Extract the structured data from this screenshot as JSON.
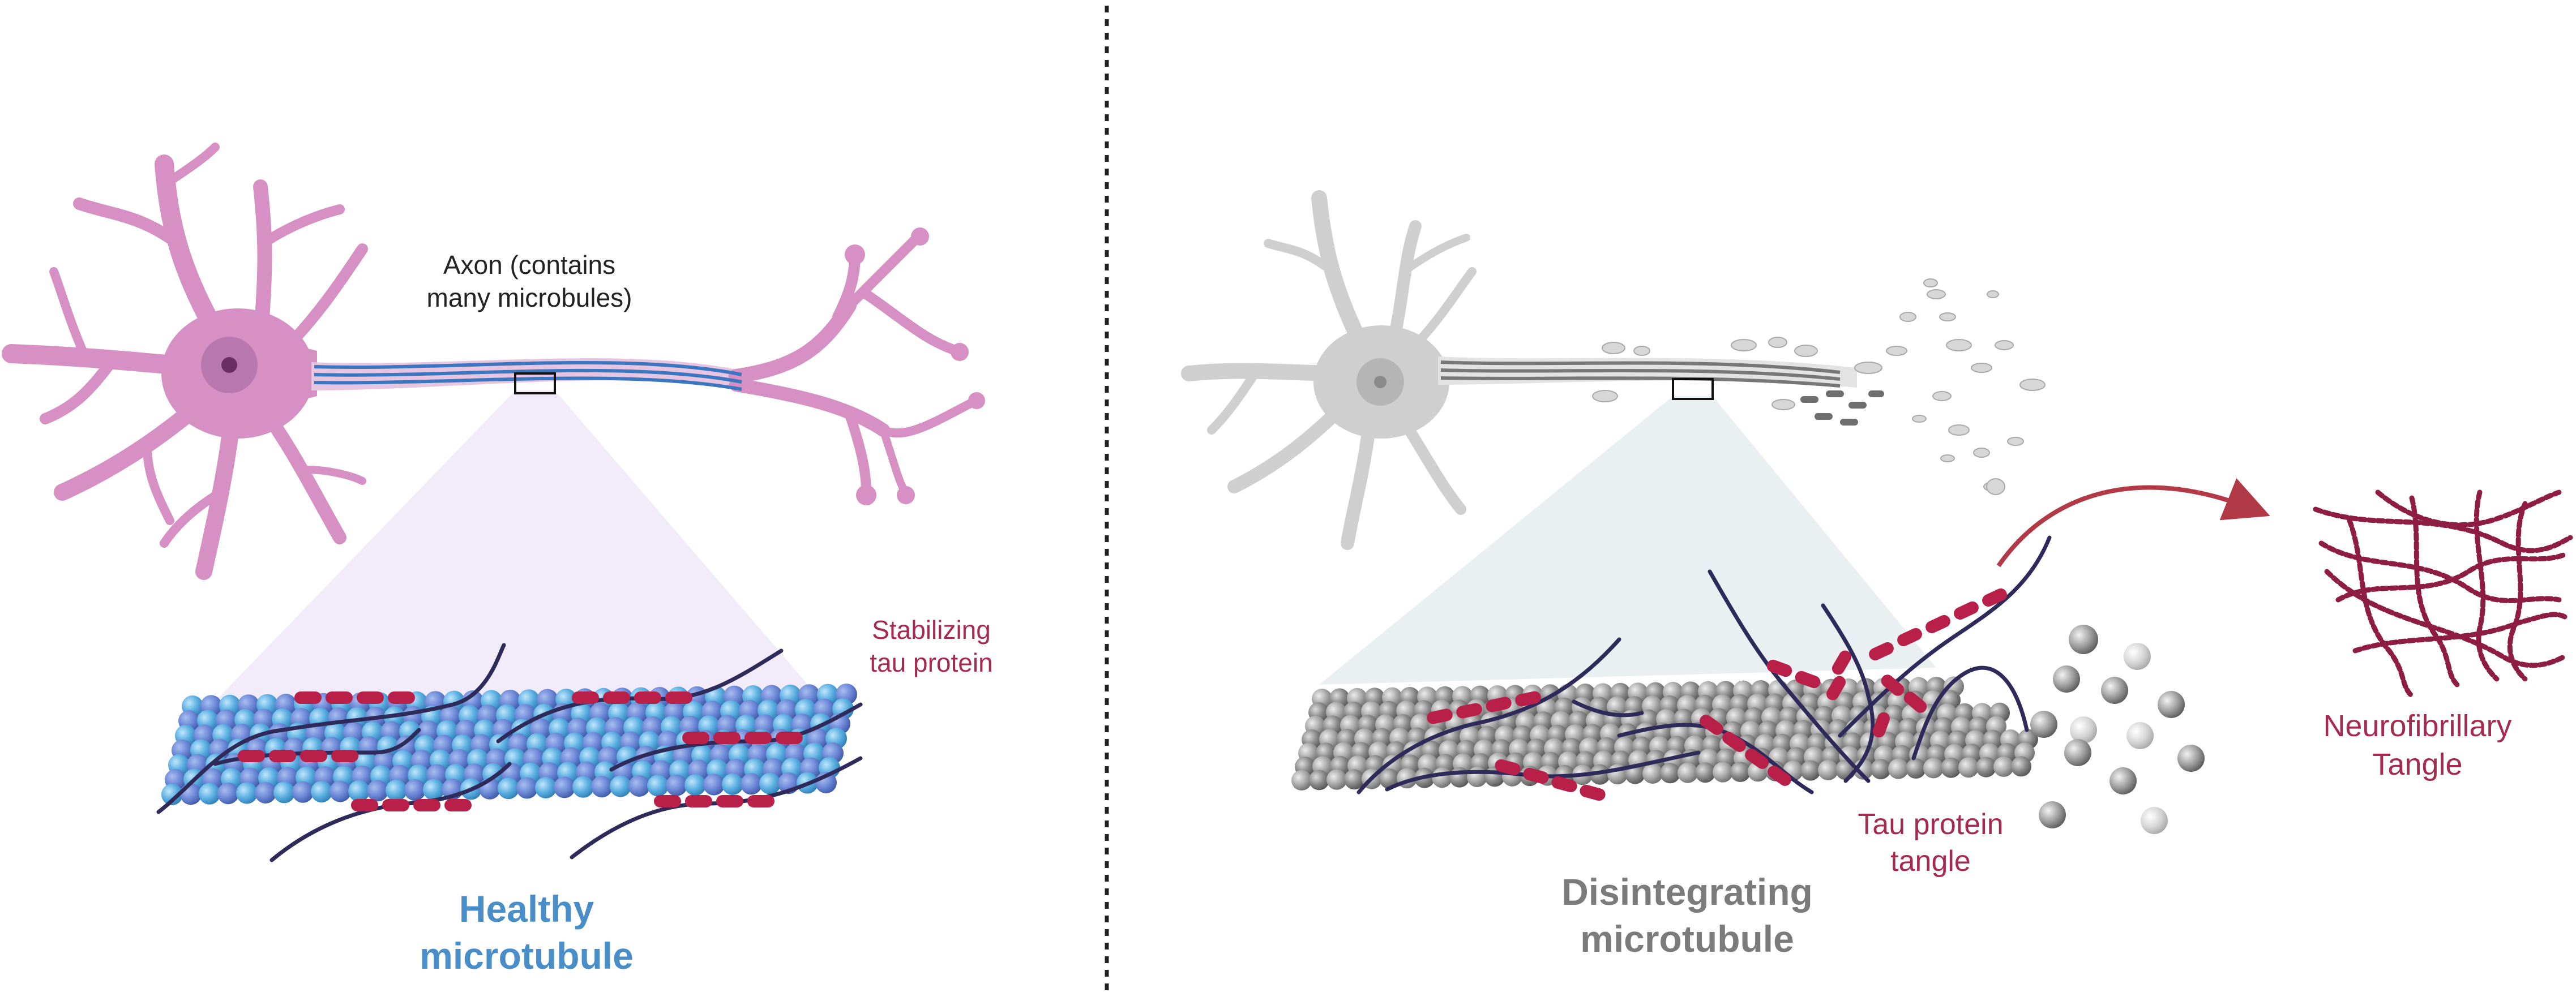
{
  "labels": {
    "axon": {
      "line1": "Axon (contains",
      "line2": "many microbules)"
    },
    "stabilizing": {
      "line1": "Stabilizing",
      "line2": "tau protein"
    },
    "healthy": {
      "line1": "Healthy",
      "line2": "microtubule"
    },
    "disintegrating": {
      "line1": "Disintegrating",
      "line2": "microtubule"
    },
    "tau_tangle": {
      "line1": "Tau protein",
      "line2": "tangle"
    },
    "nft": {
      "line1": "Neurofibrillary",
      "line2": "Tangle"
    }
  },
  "colors": {
    "healthy_neuron": "#d690c3",
    "healthy_nucleus": "#a25a96",
    "axon_lines": "#3b76c0",
    "microtubule_blue": "#5aaee0",
    "tau_protein": "#b8204a",
    "tau_strand": "#2e2a5a",
    "gray_neuron": "#cfcfcf",
    "gray_microtubule": "#9a9a9a",
    "tangle": "#8e1d44",
    "arrow": "#b23a46",
    "divider": "#222222"
  },
  "icons": {
    "divider": "dotted-divider",
    "arrow": "curved-arrow-icon"
  }
}
